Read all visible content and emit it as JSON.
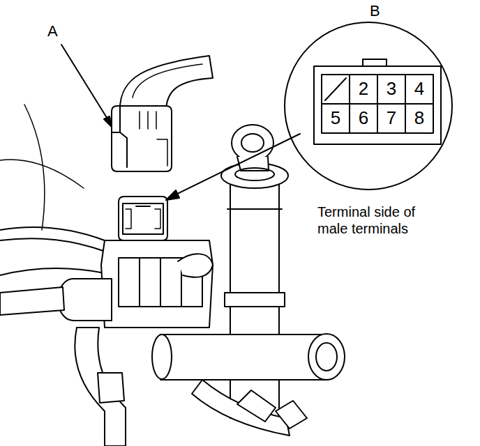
{
  "diagram": {
    "labels": [
      "A",
      "B",
      "2",
      "3",
      "4",
      "5",
      "6",
      "7",
      "8",
      "Terminal side of male terminals"
    ]
  }
}
